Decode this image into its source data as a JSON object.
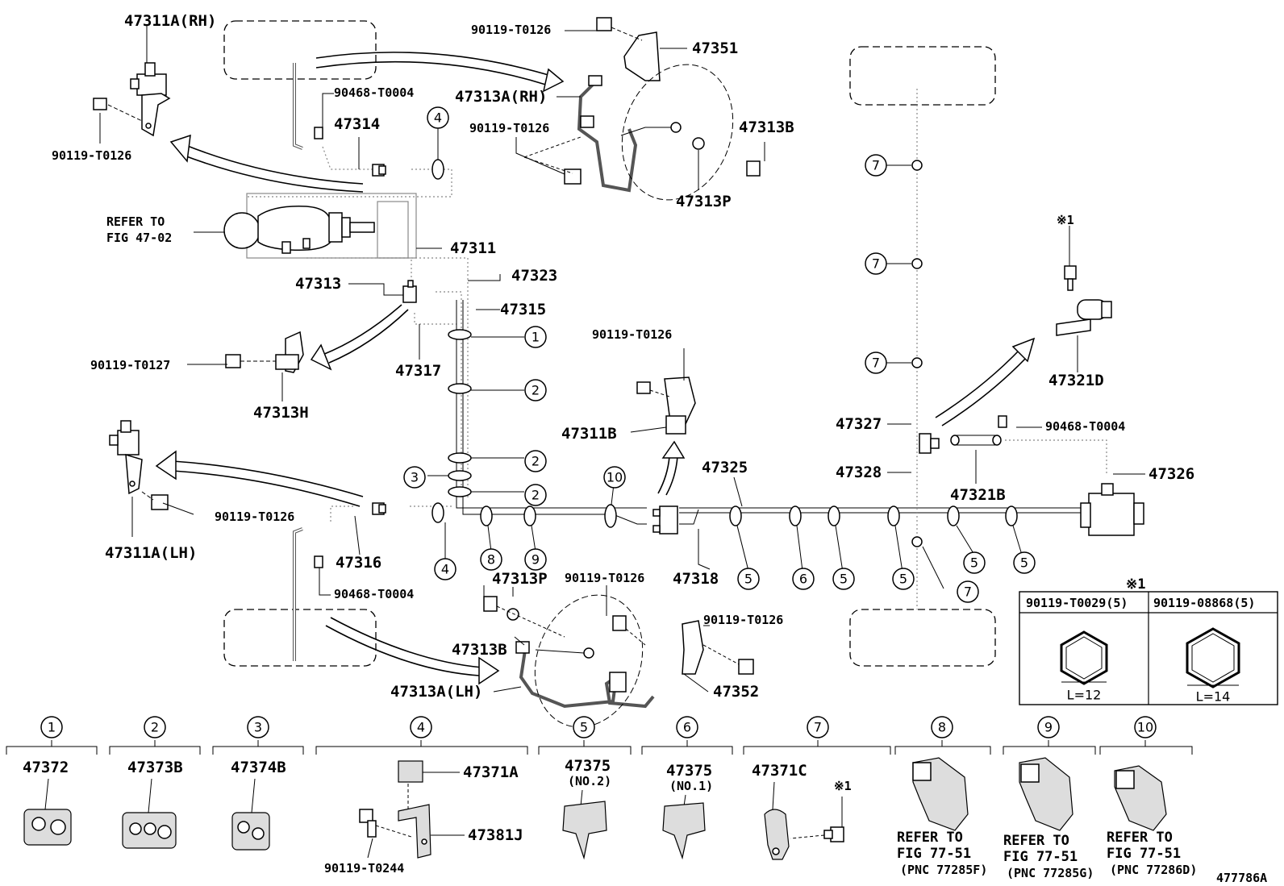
{
  "labels": {
    "p47311a_rh": "47311A(RH)",
    "p90119_t0126_tl": "90119-T0126",
    "p90468_t0004_top": "90468-T0004",
    "p47314": "47314",
    "refer_to": "REFER TO",
    "fig_47_02": "FIG 47-02",
    "p47311": "47311",
    "p47313": "47313",
    "p47323": "47323",
    "p47315": "47315",
    "p90119_t0127": "90119-T0127",
    "p47317": "47317",
    "p47313h": "47313H",
    "p90119_t0126_top": "90119-T0126",
    "p47351": "47351",
    "p47313a_rh": "47313A(RH)",
    "p90119_t0126_mid": "90119-T0126",
    "p47313b_top": "47313B",
    "p47313p_top": "47313P",
    "p90119_t0126_c": "90119-T0126",
    "p47311b": "47311B",
    "p47325": "47325",
    "p47318": "47318",
    "p90119_t0126_lh": "90119-T0126",
    "p47311a_lh": "47311A(LH)",
    "p47316": "47316",
    "p90468_t0004_bot": "90468-T0004",
    "p47313p_bot": "47313P",
    "p90119_t0126_bot": "90119-T0126",
    "p47313b_bot": "47313B",
    "p90119_t0126_br": "90119-T0126",
    "p47352": "47352",
    "p47313a_lh": "47313A(LH)",
    "p47327": "47327",
    "p47328": "47328",
    "p90468_t0004_r": "90468-T0004",
    "p47321b": "47321B",
    "p47326": "47326",
    "p47321d": "47321D",
    "note_x1": "※1",
    "diagram_id": "477786A"
  },
  "callouts": [
    "1",
    "2",
    "2",
    "3",
    "2",
    "4",
    "4",
    "8",
    "9",
    "10",
    "5",
    "6",
    "5",
    "5",
    "5",
    "5",
    "7",
    "7",
    "7",
    "7"
  ],
  "note_table": {
    "title": "※1",
    "col1_part": "90119-T0029(5)",
    "col1_dim": "L=12",
    "col2_part": "90119-08868(5)",
    "col2_dim": "L=14"
  },
  "legend": {
    "items": [
      {
        "num": "1",
        "part": "47372",
        "sub": ""
      },
      {
        "num": "2",
        "part": "47373B",
        "sub": ""
      },
      {
        "num": "3",
        "part": "47374B",
        "sub": ""
      },
      {
        "num": "4",
        "part": "47371A",
        "part2": "47381J",
        "bolt": "90119-T0244"
      },
      {
        "num": "5",
        "part": "47375",
        "sub": "(NO.2)"
      },
      {
        "num": "6",
        "part": "47375",
        "sub": "(NO.1)"
      },
      {
        "num": "7",
        "part": "47371C",
        "mark": "※1"
      },
      {
        "num": "8",
        "ref1": "REFER TO",
        "ref2": "FIG 77-51",
        "ref3": "(PNC 77285F)"
      },
      {
        "num": "9",
        "ref1": "REFER TO",
        "ref2": "FIG 77-51",
        "ref3": "(PNC 77285G)"
      },
      {
        "num": "10",
        "ref1": "REFER TO",
        "ref2": "FIG 77-51",
        "ref3": "(PNC 77286D)"
      }
    ]
  }
}
